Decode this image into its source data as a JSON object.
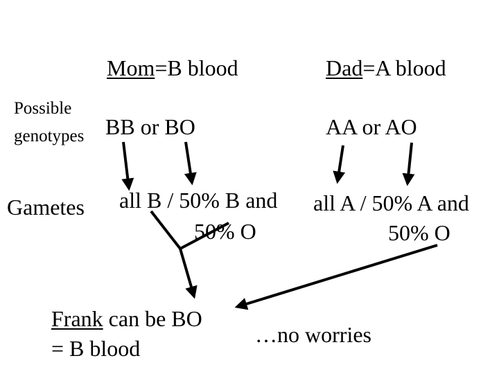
{
  "headers": {
    "mom": {
      "label": "Mom",
      "value": "=B blood"
    },
    "dad": {
      "label": "Dad",
      "value": "=A blood"
    }
  },
  "genotypes": {
    "label_line1": "Possible",
    "label_line2": "genotypes",
    "mom": "BB or BO",
    "dad": "AA or AO"
  },
  "gametes": {
    "label": "Gametes",
    "mom_line1": "all B / 50% B and",
    "mom_line2": "50% O",
    "dad_line1": "all A / 50% A and",
    "dad_line2": "50% O"
  },
  "conclusion": {
    "name": "Frank",
    "rest": " can be  BO",
    "line2": "= B blood",
    "note": "…no worries"
  }
}
